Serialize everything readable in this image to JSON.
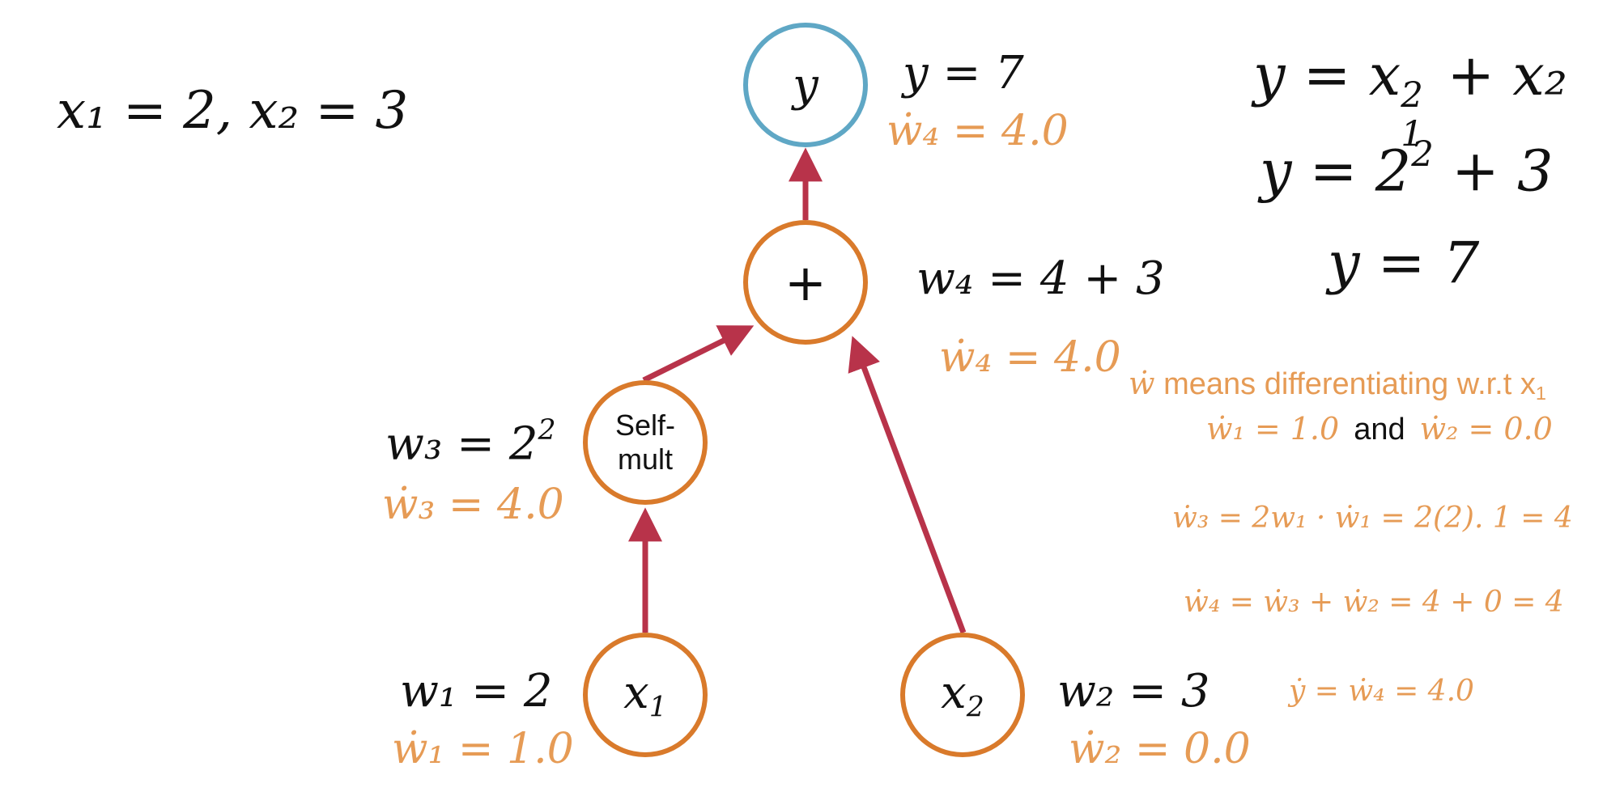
{
  "colors": {
    "arrow": "#b8334a",
    "node_border": "#d97a2b",
    "output_border": "#5fa7c5",
    "derivative_text": "#e69b55"
  },
  "inputs_statement": "x₁ = 2, x₂ = 3",
  "nodes": {
    "y": "y",
    "plus": "+",
    "self_mult_line1": "Self-",
    "self_mult_line2": "mult",
    "x1_var": "x",
    "x1_sub": "1",
    "x2_var": "x",
    "x2_sub": "2"
  },
  "annotations": {
    "y_value": "y = 7",
    "y_deriv": "ẇ₄ = 4.0",
    "w4_value": "w₄ = 4 + 3",
    "w4_deriv": "ẇ₄ = 4.0",
    "w3_value_prefix": "w₃ = 2",
    "w3_value_exp": "2",
    "w3_deriv": "ẇ₃ = 4.0",
    "w1_value": "w₁ = 2",
    "w1_deriv": "ẇ₁ = 1.0",
    "w2_value": "w₂ = 3",
    "w2_deriv": "ẇ₂ = 0.0"
  },
  "equations": {
    "line1_a": "y =  x",
    "line1_sub": "1",
    "line1_sup": "2",
    "line1_b": " + x₂",
    "line2_a": "y =  2",
    "line2_sup": "2",
    "line2_b": " + 3",
    "line3": "y = 7"
  },
  "notes": {
    "w_dot_symbol": "ẇ",
    "means_text": " means differentiating w.r.t x",
    "means_sub": "1",
    "seed_w1": "ẇ₁ = 1.0",
    "and_text": "and",
    "seed_w2": "ẇ₂ = 0.0",
    "step1": "ẇ₃ = 2w₁ · ẇ₁ = 2(2). 1 = 4",
    "step2": "ẇ₄ = ẇ₃ + ẇ₂ = 4 + 0 = 4",
    "step3": "ẏ = ẇ₄ = 4.0"
  }
}
